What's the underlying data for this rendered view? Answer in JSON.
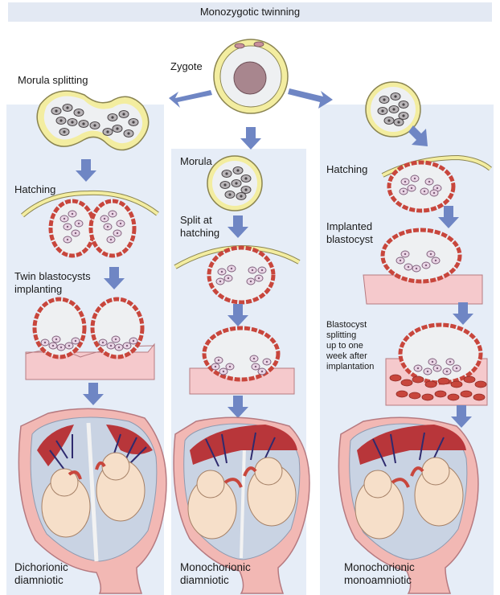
{
  "title": "Monozygotic twinning",
  "labels": {
    "zygote": "Zygote",
    "morula_splitting": "Morula splitting",
    "hatching_left": "Hatching",
    "twin_blastocysts_1": "Twin blastocysts",
    "twin_blastocysts_2": "implanting",
    "dichorionic_1": "Dichorionic",
    "dichorionic_2": "diamniotic",
    "morula": "Morula",
    "split_1": "Split at",
    "split_2": "hatching",
    "monochorionic_di_1": "Monochorionic",
    "monochorionic_di_2": "diamniotic",
    "hatching_right": "Hatching",
    "implanted_1": "Implanted",
    "implanted_2": "blastocyst",
    "bs_1": "Blastocyst",
    "bs_2": "splitting",
    "bs_3": "up to one",
    "bs_4": "week after",
    "bs_5": "implantation",
    "monochorionic_mono_1": "Monochorionic",
    "monochorionic_mono_2": "monoamniotic"
  },
  "colors": {
    "panel": "#e6edf7",
    "arrow": "#6f86c4",
    "zona": "#f3eda0",
    "zona_stroke": "#8a8450",
    "trophoblast": "#c8463c",
    "blasto_fill": "#eef0f2",
    "icm": "#d9c3d6",
    "endometrium": "#f5c9cc",
    "uterus": "#f2b8b4",
    "fetus": "#f6dfc9",
    "amnion": "#c9d3e3",
    "placenta": "#b8363a",
    "vessel": "#2e2a6e"
  }
}
